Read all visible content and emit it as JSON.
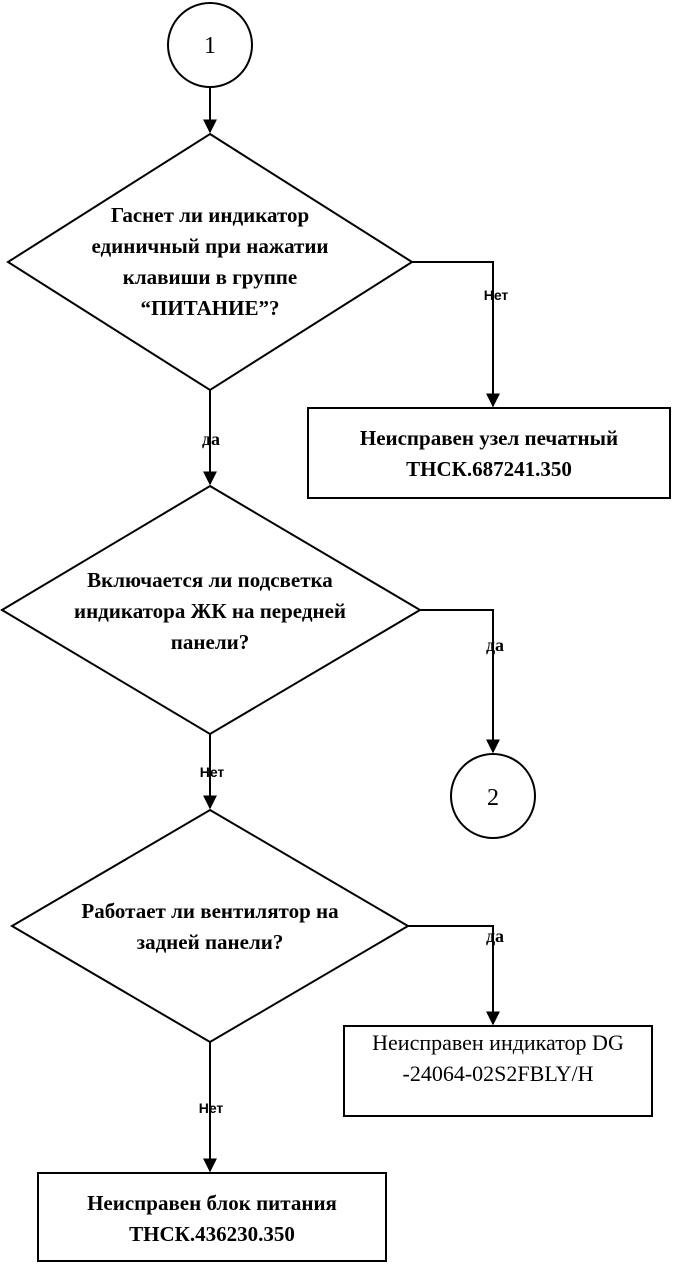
{
  "connectors": {
    "start": "1",
    "to_page_2": "2"
  },
  "decisions": {
    "d1": [
      "Гаснет ли индикатор",
      "единичный при нажатии",
      "клавиши в группе",
      "“ПИТАНИЕ”?"
    ],
    "d2": [
      "Включается ли подсветка",
      "индикатора ЖК на передней",
      "панели?"
    ],
    "d3": [
      "Работает ли вентилятор на",
      "задней панели?"
    ]
  },
  "results": {
    "printer_fault": [
      "Неисправен  узел печатный",
      "ТНСК.687241.350"
    ],
    "indicator_fault": [
      "Неисправен индикатор DG",
      "-24064-02S2FBLY/H"
    ],
    "psu_fault": [
      "Неисправен блок питания",
      "ТНСК.436230.350"
    ]
  },
  "edge_labels": {
    "d1_no": "Нет",
    "d1_yes": "да",
    "d2_yes": "да",
    "d2_no": "Нет",
    "d3_yes": "да",
    "d3_no": "Нет"
  }
}
